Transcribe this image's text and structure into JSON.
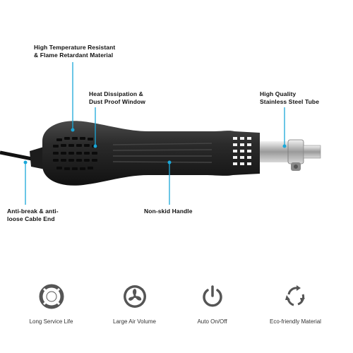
{
  "callouts": {
    "high_temp": {
      "line1": "High Temperature Resistant",
      "line2": "& Flame Retardant Material"
    },
    "heat_dissipation": {
      "line1": "Heat Dissipation &",
      "line2": "Dust Proof Window"
    },
    "steel_tube": {
      "line1": "High Quality",
      "line2": "Stainless Steel Tube"
    },
    "cable_end": {
      "line1": "Anti-break & anti-",
      "line2": "loose Cable End"
    },
    "handle": {
      "line1": "Non-skid Handle"
    }
  },
  "features": [
    {
      "label": "Long Service Life",
      "icon": "lifebuoy-icon"
    },
    {
      "label": "Large Air Volume",
      "icon": "fan-icon"
    },
    {
      "label": "Auto On/Off",
      "icon": "power-icon"
    },
    {
      "label": "Eco-friendly Material",
      "icon": "recycle-icon"
    }
  ],
  "colors": {
    "callout_line": "#1aa7d8",
    "tool_body": "#2a2a2a",
    "icon": "#555555"
  }
}
